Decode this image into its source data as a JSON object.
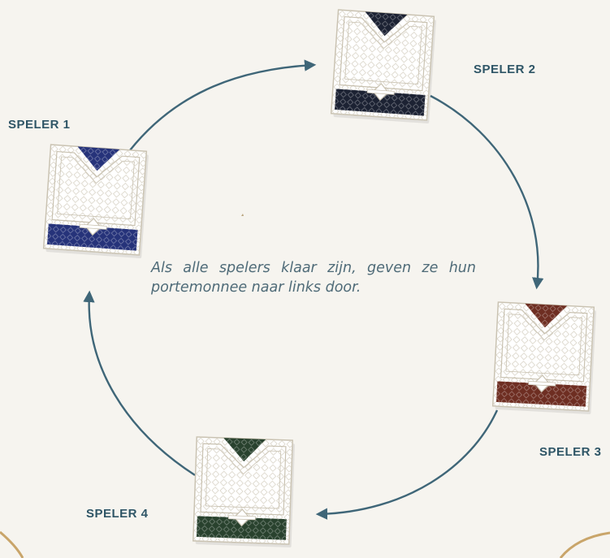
{
  "caption": "Als alle spelers klaar zijn, geven ze hun portemonnee naar links door.",
  "players": [
    {
      "label": "SPELER 1",
      "color": "#26337a"
    },
    {
      "label": "SPELER 2",
      "color": "#1c2233"
    },
    {
      "label": "SPELER 3",
      "color": "#6e2e22"
    },
    {
      "label": "SPELER 4",
      "color": "#29422e"
    }
  ],
  "arrow_color": "#3f6678",
  "card_outline_color": "#c9c2b1"
}
